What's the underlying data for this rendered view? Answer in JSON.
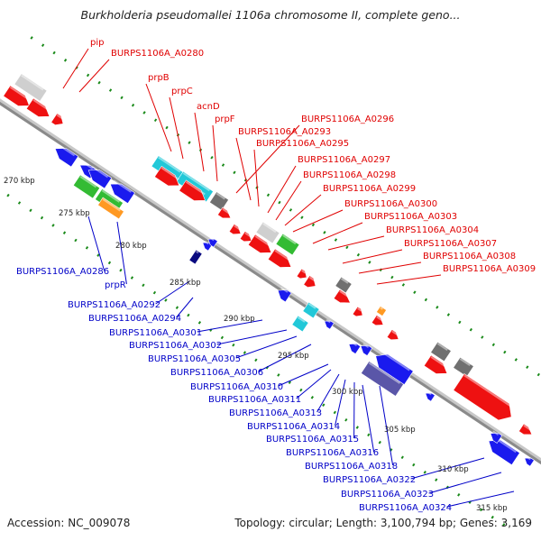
{
  "title": "Burkholderia pseudomallei 1106a chromosome II, complete geno...",
  "footer": {
    "accession": "Accession: NC_009078",
    "summary": "Topology: circular; Length: 3,100,794 bp; Genes: 3,169"
  },
  "colors": {
    "background": "#ffffff",
    "backbone": "#8a8a8a",
    "tick": "#1a8a1a",
    "forward_label": "#e00000",
    "reverse_label": "#0000c8",
    "red": "#ee1111",
    "blue": "#1a1aee",
    "cyan": "#22c8d8",
    "grey": "#707070",
    "lightgrey": "#cfcfcf",
    "green": "#33bb33",
    "orange": "#ff9922",
    "navy": "#0a0a80",
    "slate": "#5a56a8"
  },
  "scale_labels": [
    "270 kbp",
    "275 kbp",
    "280 kbp",
    "285 kbp",
    "290 kbp",
    "295 kbp",
    "300 kbp",
    "305 kbp",
    "310 kbp",
    "315 kbp"
  ],
  "forward_labels": [
    "pip",
    "BURPS1106A_A0280",
    "prpB",
    "prpC",
    "acnD",
    "prpF",
    "BURPS1106A_A0296",
    "BURPS1106A_A0293",
    "BURPS1106A_A0295",
    "BURPS1106A_A0297",
    "BURPS1106A_A0298",
    "BURPS1106A_A0299",
    "BURPS1106A_A0300",
    "BURPS1106A_A0303",
    "BURPS1106A_A0304",
    "BURPS1106A_A0307",
    "BURPS1106A_A0308",
    "BURPS1106A_A0309"
  ],
  "reverse_labels": [
    "BURPS1106A_A0286",
    "prpR",
    "BURPS1106A_A0292",
    "BURPS1106A_A0294",
    "BURPS1106A_A0301",
    "BURPS1106A_A0302",
    "BURPS1106A_A0305",
    "BURPS1106A_A0306",
    "BURPS1106A_A0310",
    "BURPS1106A_A0311",
    "BURPS1106A_A0313",
    "BURPS1106A_A0314",
    "BURPS1106A_A0315",
    "BURPS1106A_A0316",
    "BURPS1106A_A0318",
    "BURPS1106A_A0322",
    "BURPS1106A_A0323",
    "BURPS1106A_A0324"
  ]
}
